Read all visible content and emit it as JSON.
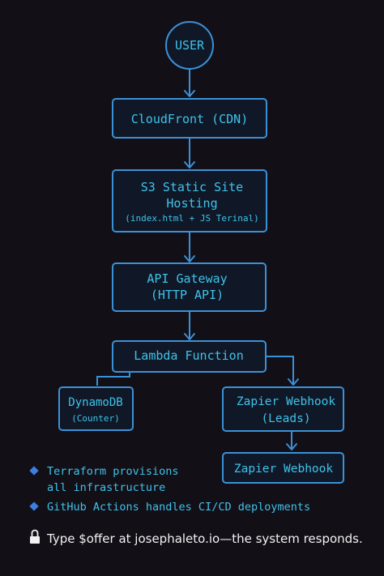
{
  "nodes": {
    "user": {
      "label": "USER"
    },
    "cloudfront": {
      "label": "CloudFront (CDN)"
    },
    "s3": {
      "line1": "S3 Static Site",
      "line2": "Hosting",
      "sub": "(index.html + JS Terinal)"
    },
    "api_gateway": {
      "line1": "API Gateway",
      "line2": "(HTTP API)"
    },
    "lambda": {
      "label": "Lambda Function"
    },
    "dynamodb": {
      "label": "DynamoDB",
      "sub": "(Counter)"
    },
    "zapier_leads": {
      "line1": "Zapier Webhook",
      "line2": "(Leads)"
    },
    "zapier": {
      "label": "Zapier Webhook"
    }
  },
  "notes": [
    {
      "line1": "Terraform provisions",
      "line2": "all infrastructure"
    },
    {
      "line1": "GitHub Actions handles CI/CD deployments"
    }
  ],
  "footer": {
    "text": "Type $offer at josephaleto.io—the system responds.",
    "icon": "lock-icon"
  },
  "colors": {
    "background": "#120f17",
    "node_fill": "#101827",
    "stroke": "#3b91d6",
    "text": "#3fc2ea",
    "bullet": "#3b7fe0",
    "footer_text": "#f2f2f2"
  }
}
